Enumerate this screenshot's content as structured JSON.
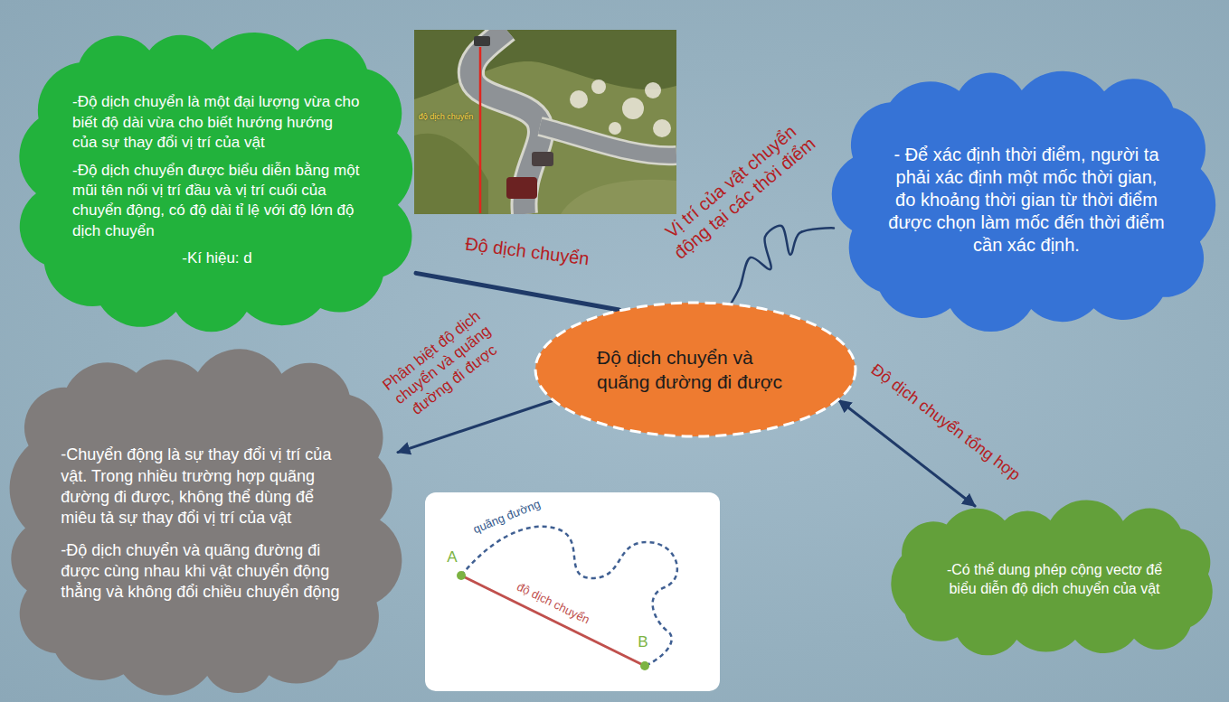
{
  "diagram": {
    "nodes": [
      {
        "text": [
          "-Độ dịch chuyển là một đại lượng vừa cho biết độ dài vừa cho biết hướng hướng của sự thay đổi vị trí của vật",
          "-Độ dịch chuyển được biểu diễn bằng một mũi tên nối vị trí đầu và vị trí cuối của chuyển động, có độ dài tỉ lệ với độ lớn độ dịch chuyển",
          "-Kí hiệu: d"
        ]
      },
      {
        "text": [
          "- Để xác định thời điểm, người ta phải xác định một mốc thời gian, đo khoảng thời gian từ thời điểm được chọn làm mốc đến thời điểm cần xác định."
        ]
      },
      {
        "text": [
          "Độ dịch chuyển và quãng đường đi được"
        ]
      },
      {
        "text": [
          "-Chuyển động là sự thay đổi vị trí của vật. Trong nhiều trường hợp quãng đường đi được, không thể dùng để miêu tả sự thay đổi vị trí của vật",
          "-Độ dịch chuyển và quãng đường đi được cùng nhau khi vật chuyển động thẳng và không đổi chiều chuyển động"
        ]
      },
      {
        "text": [
          "-Có thể dung phép cộng vectơ để biểu diễn độ dịch chuyển của vật"
        ]
      }
    ],
    "edges": [
      {
        "from": 2,
        "to": 0,
        "label": "Độ dịch chuyển",
        "arrow": "none"
      },
      {
        "from": 2,
        "to": 1,
        "label": "Vị trí của vật chuyển động tại các thời điểm",
        "arrow": "none"
      },
      {
        "from": 2,
        "to": 3,
        "label": "Phân biệt độ dịch chuyển và quãng đường đi được",
        "arrow": "to"
      },
      {
        "from": 2,
        "to": 4,
        "label": "Độ dịch chuyển tổng hợp",
        "arrow": "both"
      }
    ],
    "labels": [
      "độ dịch chuyển",
      "quãng đường",
      "độ dịch chuyển",
      "A",
      "B"
    ]
  }
}
